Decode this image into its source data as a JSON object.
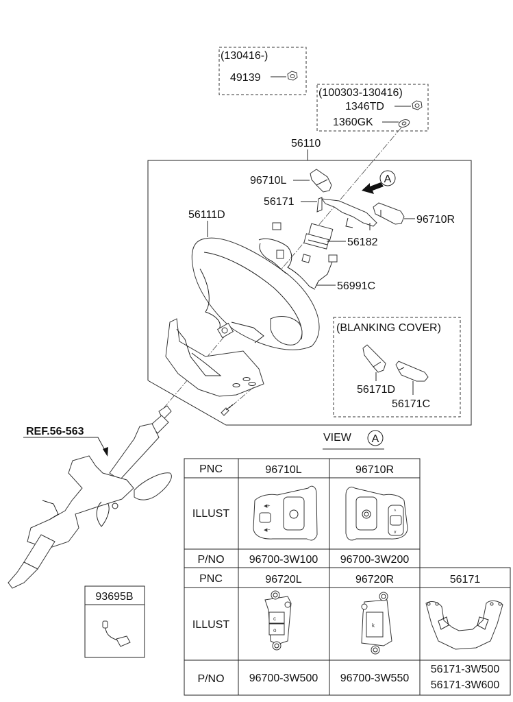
{
  "callouts": {
    "group_130416": {
      "range": "(130416-)",
      "parts": [
        "49139"
      ]
    },
    "group_100303_130416": {
      "range": "(100303-130416)",
      "parts": [
        "1346TD",
        "1360GK"
      ]
    },
    "assembly": "56110",
    "switch_left": "96710L",
    "bracket": "56171",
    "switch_right": "96710R",
    "wheel": "56111D",
    "module": "56182",
    "harness": "56991C",
    "view_marker": "A",
    "blanking_cover": {
      "title": "(BLANKING COVER)",
      "parts": [
        "56171D",
        "56171C"
      ]
    },
    "column_ref": "REF.56-563",
    "sensor_box": "93695B"
  },
  "view_a": {
    "label": "VIEW",
    "marker": "A"
  },
  "table_top": {
    "row_labels": [
      "PNC",
      "ILLUST",
      "P/NO"
    ],
    "columns": [
      {
        "pnc": "96710L",
        "illust": "left-steering-switch-icon",
        "pno": [
          "96700-3W100"
        ]
      },
      {
        "pnc": "96710R",
        "illust": "right-steering-switch-icon",
        "pno": [
          "96700-3W200"
        ]
      }
    ]
  },
  "table_bottom": {
    "row_labels": [
      "PNC",
      "ILLUST",
      "P/NO"
    ],
    "columns": [
      {
        "pnc": "96720L",
        "illust": "left-paddle-switch-icon",
        "pno": [
          "96700-3W500"
        ]
      },
      {
        "pnc": "96720R",
        "illust": "right-paddle-switch-icon",
        "pno": [
          "96700-3W550"
        ]
      },
      {
        "pnc": "56171",
        "illust": "switch-bracket-icon",
        "pno": [
          "56171-3W500",
          "56171-3W600"
        ]
      }
    ]
  }
}
